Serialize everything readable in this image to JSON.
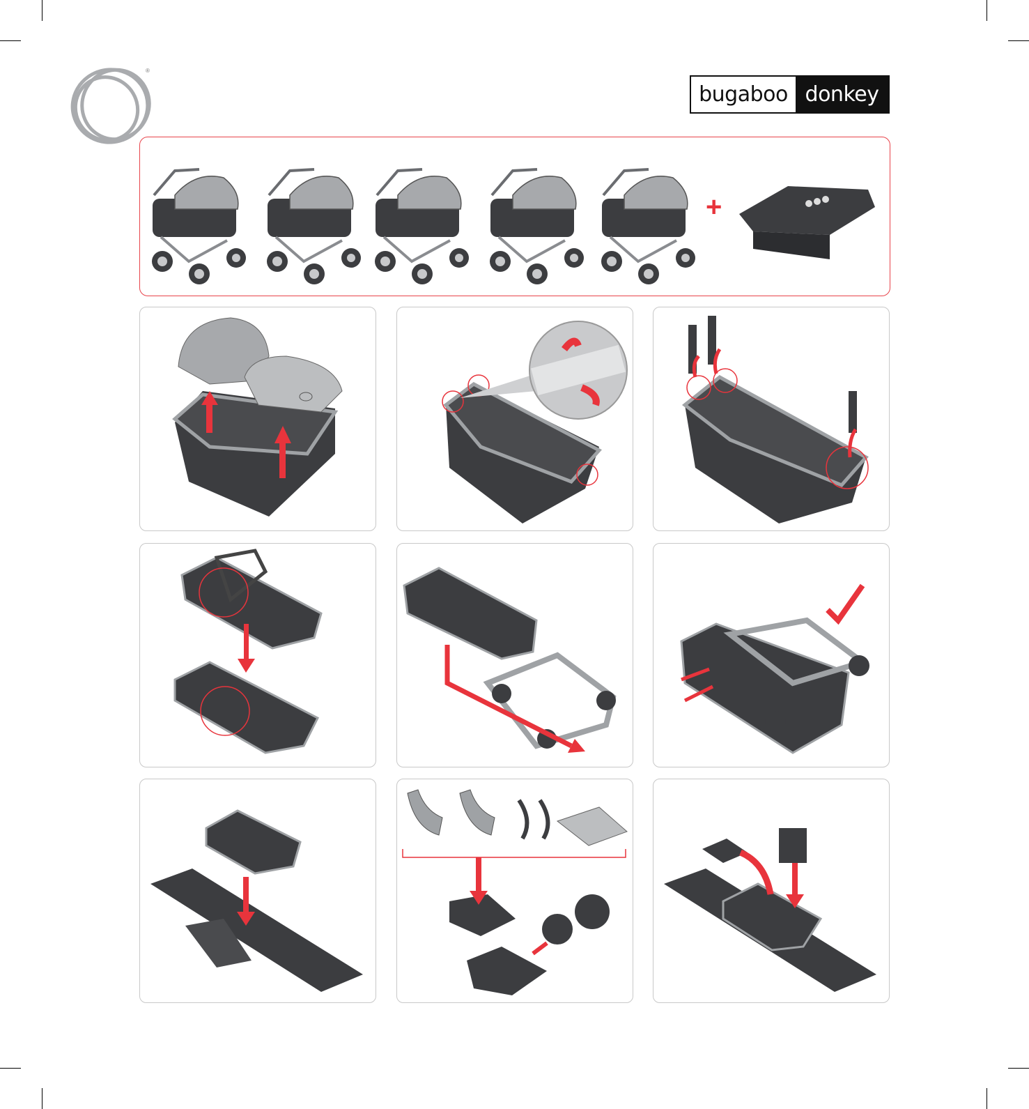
{
  "brand": {
    "part1": "bugaboo",
    "part2": "donkey"
  },
  "logo": {
    "registered": "®"
  },
  "colors": {
    "accent": "#e8343c",
    "dark": "#3c3d40",
    "canopy": "#a7a9ac",
    "frame": "#9fa2a5"
  },
  "overview": {
    "plus_symbol": "+",
    "configurations": [
      "mono-bassinet-seat",
      "mono-seat",
      "duo-bassinet-bassinet",
      "twin-seat",
      "twin-bassinet"
    ]
  },
  "steps": [
    {
      "id": 1,
      "icon": "bassinet-remove-canopy-apron-icon"
    },
    {
      "id": 2,
      "icon": "bassinet-release-clips-icon"
    },
    {
      "id": 3,
      "icon": "bassinet-remove-straps-icon"
    },
    {
      "id": 4,
      "icon": "fold-bassinet-onto-seat-icon"
    },
    {
      "id": 5,
      "icon": "slide-onto-folded-chassis-icon"
    },
    {
      "id": 6,
      "icon": "checkmark-secured-icon"
    },
    {
      "id": 7,
      "icon": "place-on-travel-bag-icon"
    },
    {
      "id": 8,
      "icon": "pack-accessories-icon"
    },
    {
      "id": 9,
      "icon": "pack-apron-and-canopy-icon"
    }
  ]
}
